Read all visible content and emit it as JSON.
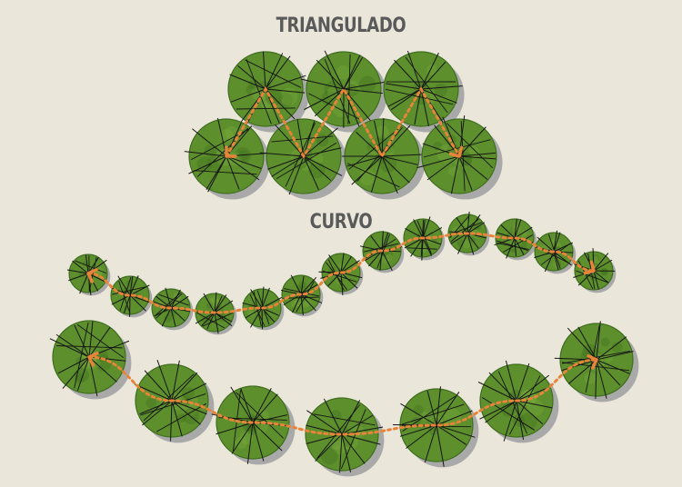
{
  "titles": {
    "triangulado": "TRIANGULADO",
    "curvo": "CURVO"
  },
  "colors": {
    "background": "#ebe6da",
    "canopy": "#5d8f2d",
    "canopy_light": "#7aac3c",
    "canopy_dark": "#3f6e1e",
    "shadow": "#a9a9a9",
    "branch": "#151515",
    "path": "#e8843a",
    "title": "#5a5a5a"
  },
  "icons": {
    "tree": "tree-canopy-icon",
    "direction": "orange-chevron-arrow"
  }
}
